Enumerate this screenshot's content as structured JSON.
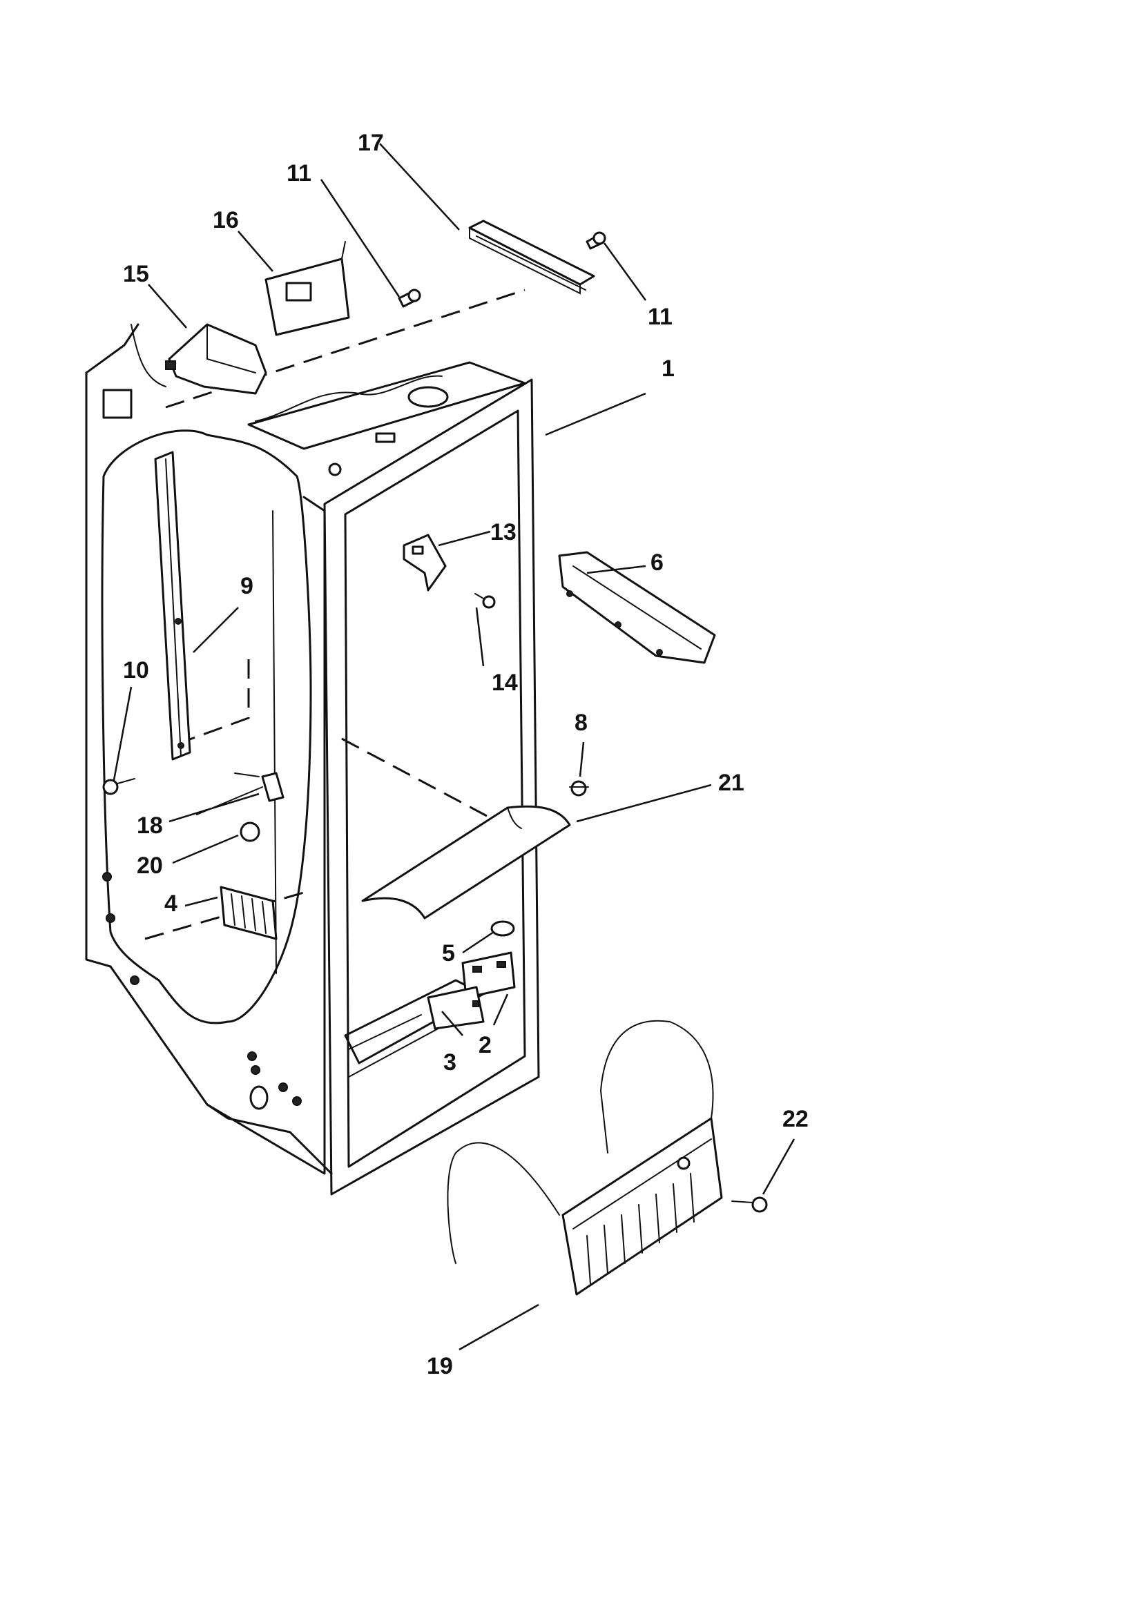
{
  "callouts": [
    {
      "id": "c17",
      "label": "17"
    },
    {
      "id": "c11a",
      "label": "11"
    },
    {
      "id": "c16",
      "label": "16"
    },
    {
      "id": "c15",
      "label": "15"
    },
    {
      "id": "c11b",
      "label": "11"
    },
    {
      "id": "c1",
      "label": "1"
    },
    {
      "id": "c13",
      "label": "13"
    },
    {
      "id": "c6",
      "label": "6"
    },
    {
      "id": "c9",
      "label": "9"
    },
    {
      "id": "c14",
      "label": "14"
    },
    {
      "id": "c10",
      "label": "10"
    },
    {
      "id": "c8",
      "label": "8"
    },
    {
      "id": "c21",
      "label": "21"
    },
    {
      "id": "c18",
      "label": "18"
    },
    {
      "id": "c20",
      "label": "20"
    },
    {
      "id": "c4",
      "label": "4"
    },
    {
      "id": "c5",
      "label": "5"
    },
    {
      "id": "c3",
      "label": "3"
    },
    {
      "id": "c2",
      "label": "2"
    },
    {
      "id": "c22",
      "label": "22"
    },
    {
      "id": "c19",
      "label": "19"
    }
  ]
}
